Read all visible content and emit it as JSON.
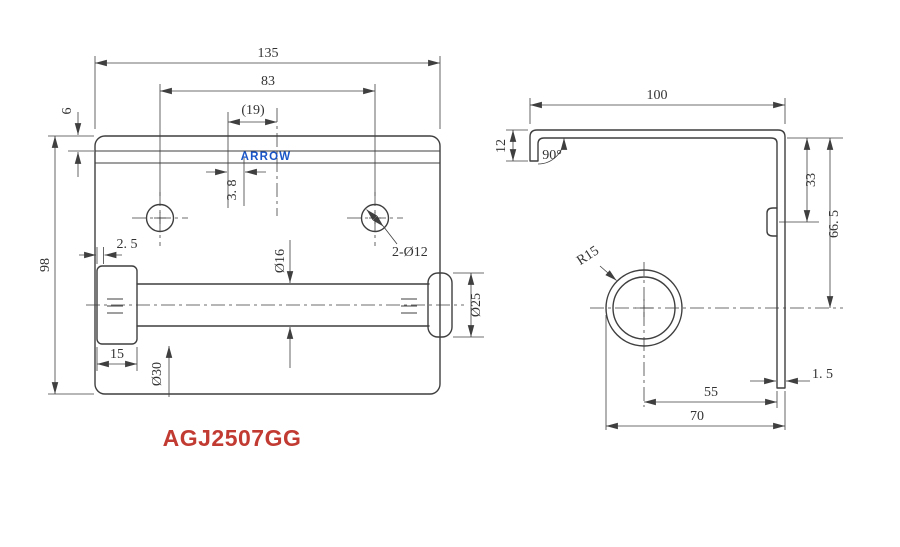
{
  "drawing": {
    "brand": "ARROW",
    "model": "AGJ2507GG",
    "colors": {
      "line": "#3f3f3f",
      "brand_text": "#1a56c8",
      "model_text": "#c23b33",
      "background": "#ffffff"
    },
    "front_view": {
      "dims": {
        "overall_width": "135",
        "hole_spacing": "83",
        "logo_offset": "(19)",
        "flange_height": "6",
        "overall_height": "98",
        "hole_center_offset": "3. 8",
        "mounting_holes": "2-Ø12",
        "end_clearance": "2. 5",
        "bar_diameter": "Ø16",
        "cap_diameter": "Ø25",
        "hub_length": "15",
        "hub_diameter": "Ø30"
      }
    },
    "side_view": {
      "dims": {
        "overall_depth": "100",
        "lip_height": "12",
        "bend_angle": "90°",
        "boss_height": "33",
        "center_height": "66. 5",
        "roller_radius": "R15",
        "center_to_wall": "55",
        "base_width": "70",
        "material_thickness": "1. 5"
      }
    }
  }
}
